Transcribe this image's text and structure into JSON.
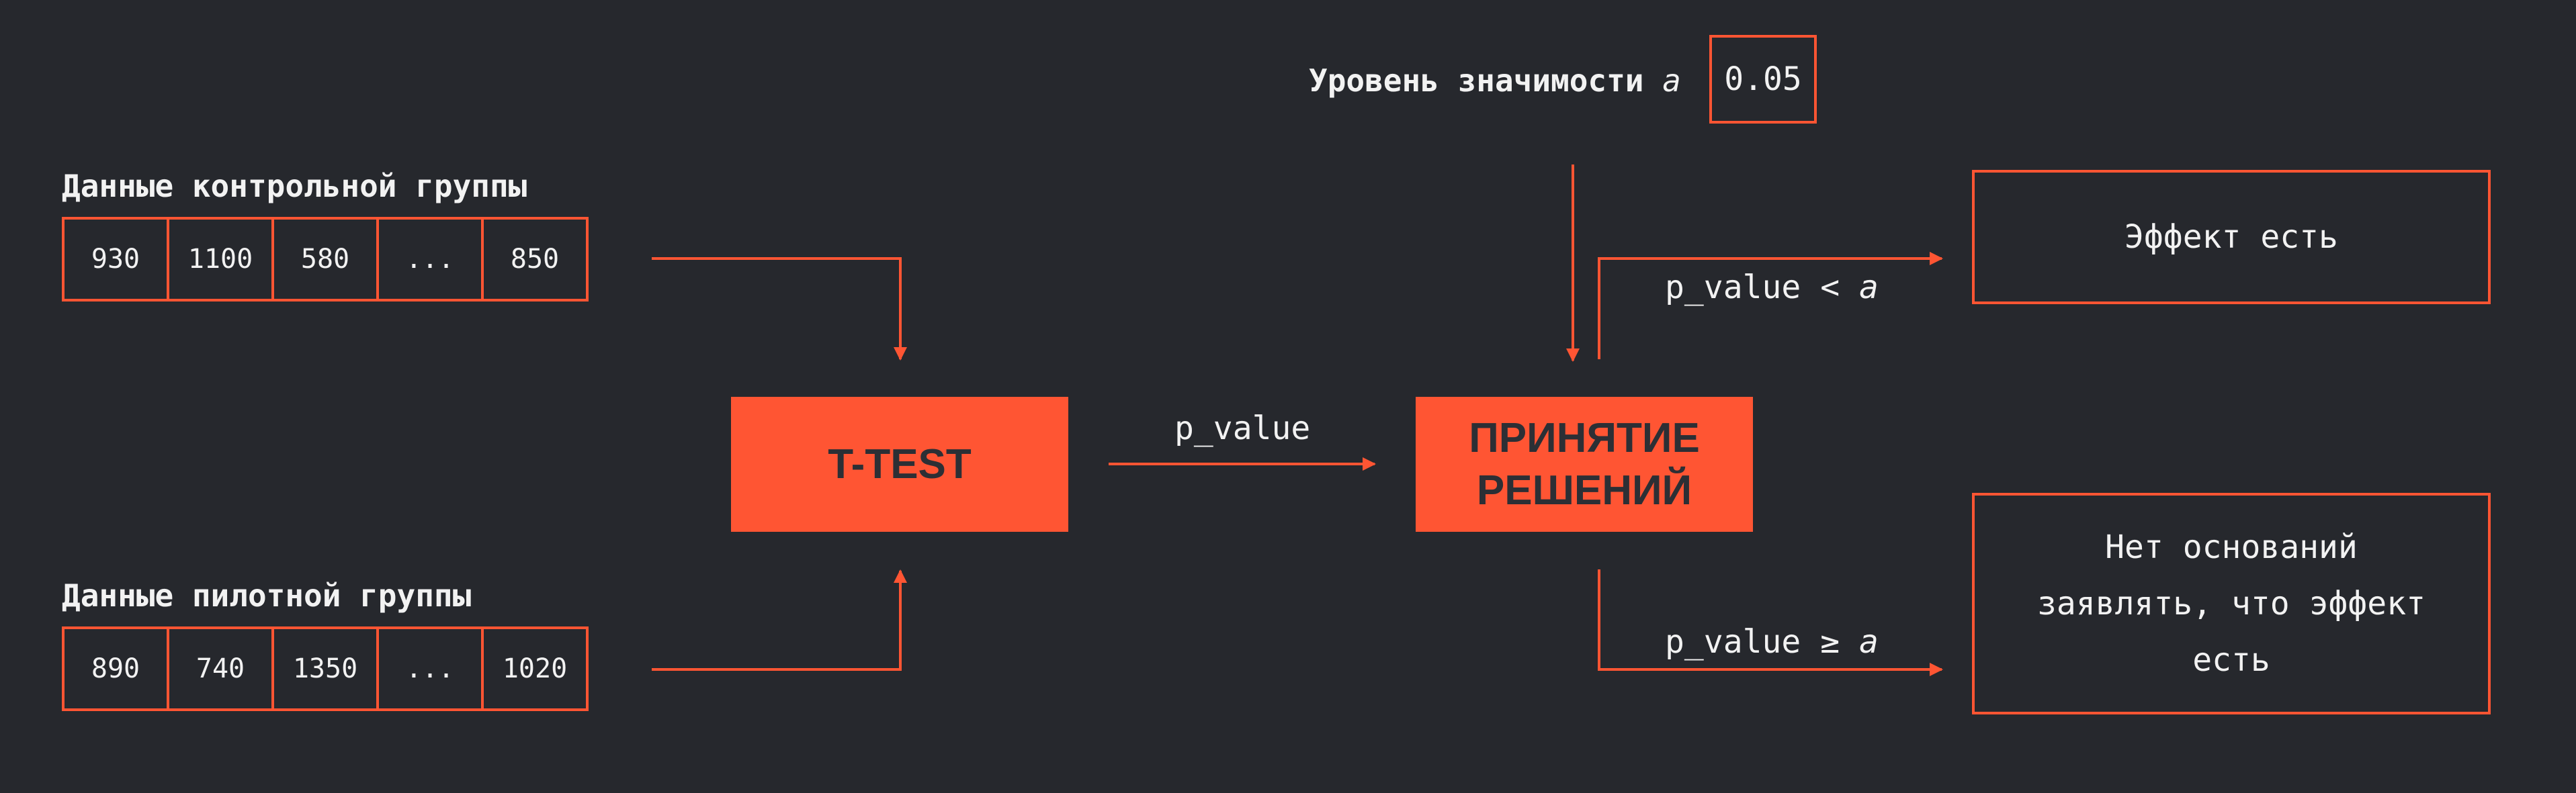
{
  "control": {
    "title": "Данные контрольной группы",
    "values": [
      "930",
      "1100",
      "580",
      "...",
      "850"
    ]
  },
  "pilot": {
    "title": "Данные пилотной группы",
    "values": [
      "890",
      "740",
      "1350",
      "...",
      "1020"
    ]
  },
  "ttest": {
    "label": "T-TEST"
  },
  "decision": {
    "line1": "ПРИНЯТИЕ",
    "line2": "РЕШЕНИЙ"
  },
  "pvalue_label": "p_value",
  "significance": {
    "label": "Уровень значимости",
    "symbol": "a",
    "value": "0.05"
  },
  "branch_less": {
    "condition": "p_value < ",
    "symbol": "a"
  },
  "branch_geq": {
    "condition": "p_value ≥ ",
    "symbol": "a"
  },
  "outcome_effect": {
    "text": "Эффект есть"
  },
  "outcome_no_effect": {
    "line1": "Нет оснований",
    "line2": "заявлять, что эффект",
    "line3": "есть"
  },
  "colors": {
    "accent": "#ff5533",
    "background": "#26282d",
    "text": "#f2f2f2",
    "box_text": "#2c2f35"
  }
}
